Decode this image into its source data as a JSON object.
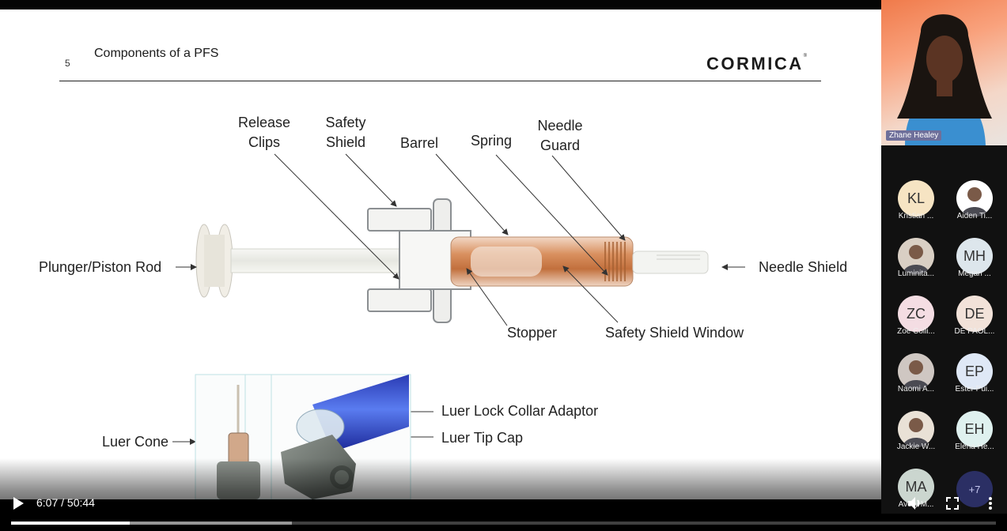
{
  "slide": {
    "number": "5",
    "title": "Components of a PFS",
    "brand": "CORMICA",
    "brand_mark": "®",
    "labels": {
      "release_clips_1": "Release",
      "release_clips_2": "Clips",
      "safety_shield_1": "Safety",
      "safety_shield_2": "Shield",
      "barrel": "Barrel",
      "spring": "Spring",
      "needle_guard_1": "Needle",
      "needle_guard_2": "Guard",
      "plunger": "Plunger/Piston Rod",
      "needle_shield": "Needle Shield",
      "stopper": "Stopper",
      "safety_shield_window": "Safety Shield Window",
      "luer_cone": "Luer Cone",
      "luer_lock": "Luer Lock Collar Adaptor",
      "luer_tip_cap": "Luer Tip Cap"
    }
  },
  "video": {
    "current_time": "6:07",
    "separator": " / ",
    "duration": "50:44",
    "progress": 0.1206,
    "buffered": 0.285
  },
  "speaker": {
    "name": "Zhane Healey"
  },
  "participants": [
    {
      "initials": "KL",
      "name": "Kristian ...",
      "color": "#f6e4c3",
      "photo": false
    },
    {
      "initials": "",
      "name": "Aiden Ti...",
      "color": "#ffffff",
      "photo": true
    },
    {
      "initials": "",
      "name": "Luminita...",
      "color": "#d9cfc4",
      "photo": true
    },
    {
      "initials": "MH",
      "name": "Megan ...",
      "color": "#dde6ec",
      "photo": false
    },
    {
      "initials": "ZC",
      "name": "Zoe Colli...",
      "color": "#f4dde3",
      "photo": false
    },
    {
      "initials": "DE",
      "name": "DE PAOL...",
      "color": "#f2e2d9",
      "photo": false
    },
    {
      "initials": "",
      "name": "Naomi A...",
      "color": "#cfc7c2",
      "photo": true
    },
    {
      "initials": "EP",
      "name": "Ester Pui...",
      "color": "#dfe8f6",
      "photo": false
    },
    {
      "initials": "",
      "name": "Jackie W...",
      "color": "#e9e1d6",
      "photo": true
    },
    {
      "initials": "EH",
      "name": "Elena He...",
      "color": "#dff1ef",
      "photo": false
    },
    {
      "initials": "MA",
      "name": "Avery M...",
      "color": "#cbd6cf",
      "photo": false
    }
  ],
  "more_participants": "+7"
}
